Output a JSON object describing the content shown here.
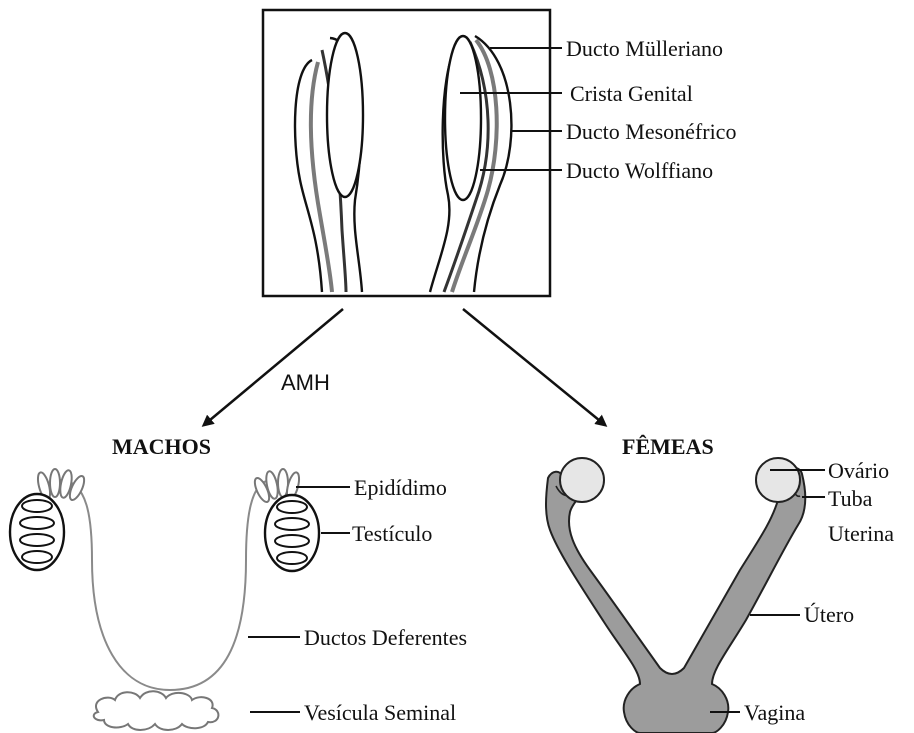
{
  "colors": {
    "ink": "#111111",
    "duct_gray": "#7a7a7a",
    "female_fill": "#9c9c9c",
    "ovary_fill": "#e6e6e6",
    "male_stroke": "#8a8a8a"
  },
  "top_panel": {
    "labels": {
      "mullerian": "Ducto Mülleriano",
      "genital_ridge": "Crista Genital",
      "mesonephric": "Ducto Mesonéfrico",
      "wolffian": "Ducto Wolffiano"
    }
  },
  "arrow_left_label": "AMH",
  "male": {
    "heading": "MACHOS",
    "labels": {
      "epididymis": "Epidídimo",
      "testis": "Testículo",
      "vas_deferens": "Ductos Deferentes",
      "seminal_vesicle": "Vesícula Seminal"
    }
  },
  "female": {
    "heading": "FÊMEAS",
    "labels": {
      "ovary": "Ovário",
      "tube_line1": "Tuba",
      "tube_line2": "Uterina",
      "uterus": "Útero",
      "vagina": "Vagina"
    }
  }
}
